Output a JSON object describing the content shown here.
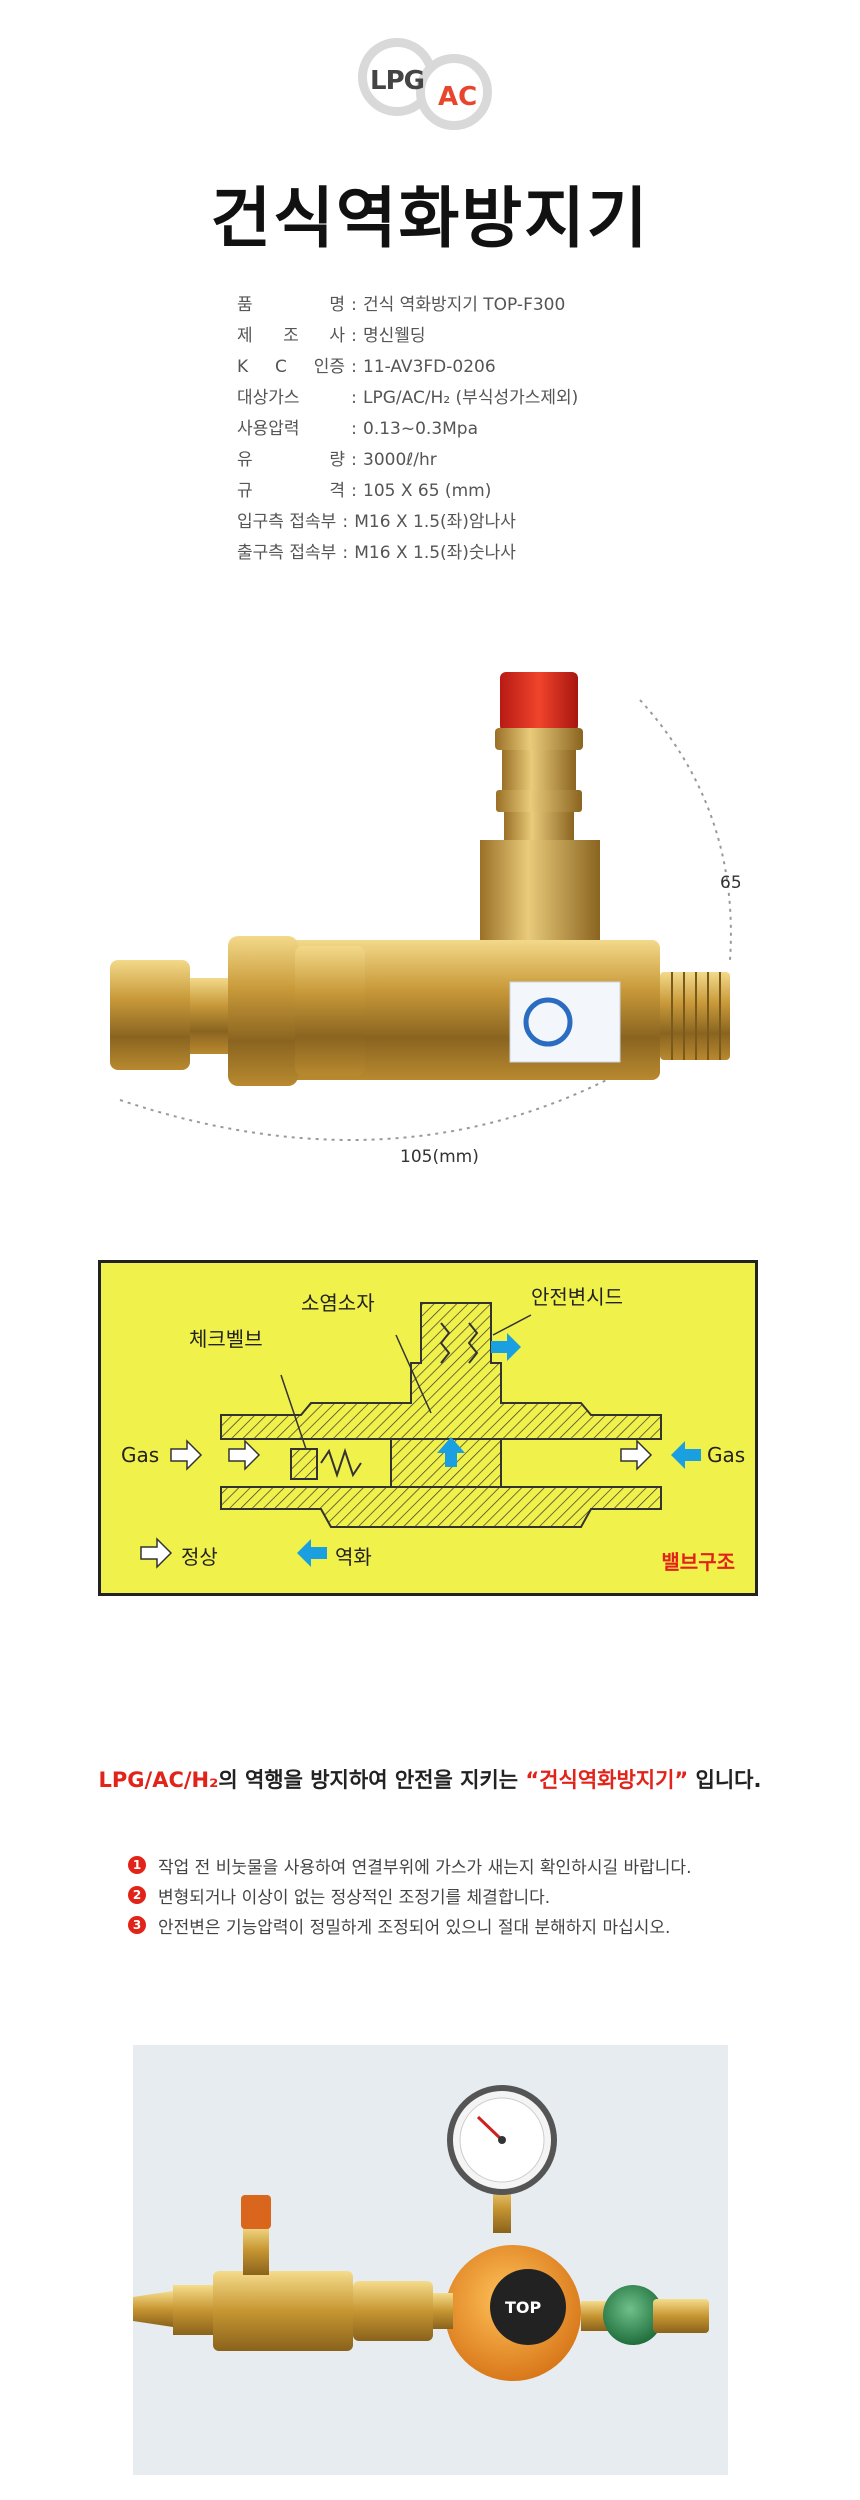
{
  "logo": {
    "lpg": "LPG",
    "ac": "AC"
  },
  "title": "건식역화방지기",
  "specs": [
    {
      "label": "품     명",
      "value": "건식 역화방지기 TOP-F300"
    },
    {
      "label": "제 조 사",
      "value": "명신웰딩"
    },
    {
      "label": "K C 인증",
      "value": "11-AV3FD-0206"
    },
    {
      "label": "대상가스",
      "value": "LPG/AC/H₂ (부식성가스제외)"
    },
    {
      "label": "사용압력",
      "value": "0.13~0.3Mpa"
    },
    {
      "label": "유     량",
      "value": "3000ℓ/hr"
    },
    {
      "label": "규     격",
      "value": "105 X 65 (mm)"
    },
    {
      "label": "입구측 접속부",
      "value": "M16 X 1.5(좌)암나사"
    },
    {
      "label": "출구측 접속부",
      "value": "M16 X 1.5(좌)숫나사"
    }
  ],
  "product": {
    "height_dim": "65(mm)",
    "width_dim": "105(mm)"
  },
  "diagram": {
    "label_check_valve": "체크벨브",
    "label_flame_arrester": "소염소자",
    "label_safety_seed": "안전변시드",
    "gas_left": "Gas",
    "gas_right": "Gas",
    "legend_normal": "정상",
    "legend_backfire": "역화",
    "title": "밸브구조",
    "arrow_color": "#1aa0e0"
  },
  "statement": {
    "prefix": "LPG/AC/H₂",
    "middle": "의 역행을 방지하여 안전을 지키는 ",
    "highlight": "“건식역화방지기”",
    "suffix": " 입니다."
  },
  "notes": [
    {
      "num": "1",
      "text": "작업 전 비눗물을 사용하여 연결부위에 가스가 새는지 확인하시길 바랍니다."
    },
    {
      "num": "2",
      "text": "변형되거나 이상이 없는 정상적인 조정기를 체결합니다."
    },
    {
      "num": "3",
      "text": "안전변은 기능압력이 정밀하게 조정되어 있으니 절대 분해하지 마십시오."
    }
  ],
  "photo2": {
    "gauge_brand": "TOP"
  }
}
